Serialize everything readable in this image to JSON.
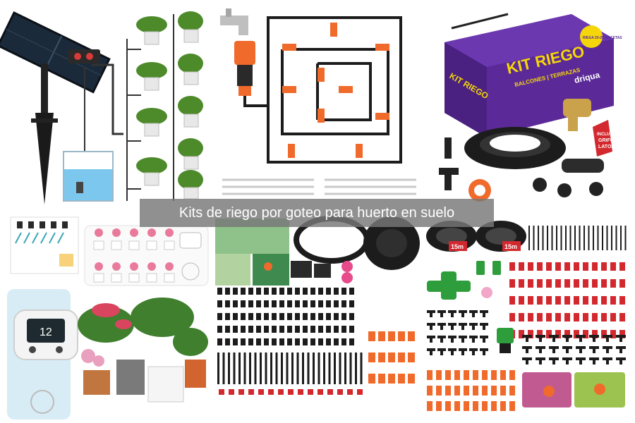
{
  "caption": {
    "text": "Kits de riego por goteo para huerto en suelo"
  },
  "kit_box": {
    "title_1": "KIT RIEGO",
    "title_2": "KIT RIEGO",
    "subtitle": "BALCONES | TERRAZAS",
    "brand": "driqua",
    "badge": "RIEGA 20-25 MACETAS",
    "tag_line_1": "INCLUYE",
    "tag_line_2": "GRIFO",
    "tag_line_3": "LATON"
  },
  "timer": {
    "display": "12"
  },
  "hose_labels": {
    "left": "15m",
    "right": "15m"
  },
  "colors": {
    "hose": "#1c1c1c",
    "fitting_orange": "#f06a2b",
    "box_purple": "#5b2a98",
    "box_yellow": "#f5d60a",
    "fitting_green": "#2e9d3c",
    "tag_red": "#d2282e",
    "water_blue": "#7cc7ee"
  },
  "tiles": [
    {
      "icon": "solar-drip-kit-image"
    },
    {
      "icon": "drip-line-layout-image"
    },
    {
      "icon": "boxed-irrigation-kit-image"
    },
    {
      "icon": "water-timer-plants-image"
    },
    {
      "icon": "hose-and-fittings-kit-image"
    },
    {
      "icon": "green-splitter-kit-image"
    }
  ]
}
